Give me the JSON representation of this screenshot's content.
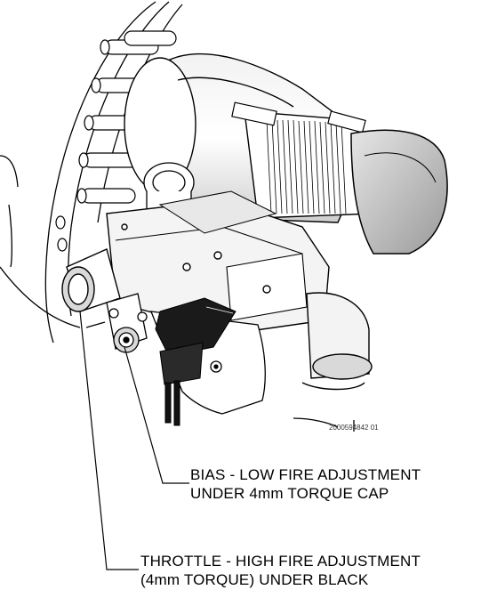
{
  "figure_code": "2000594842  01",
  "callouts": [
    {
      "line1": "BIAS - LOW FIRE ADJUSTMENT",
      "line2": "UNDER 4mm TORQUE CAP"
    },
    {
      "line1": "THROTTLE - HIGH FIRE ADJUSTMENT",
      "line2": "(4mm TORQUE) UNDER BLACK"
    }
  ],
  "colors": {
    "line": "#000000",
    "shade": "#d9d9d9",
    "dark": "#1a1a1a",
    "paper": "#ffffff"
  }
}
